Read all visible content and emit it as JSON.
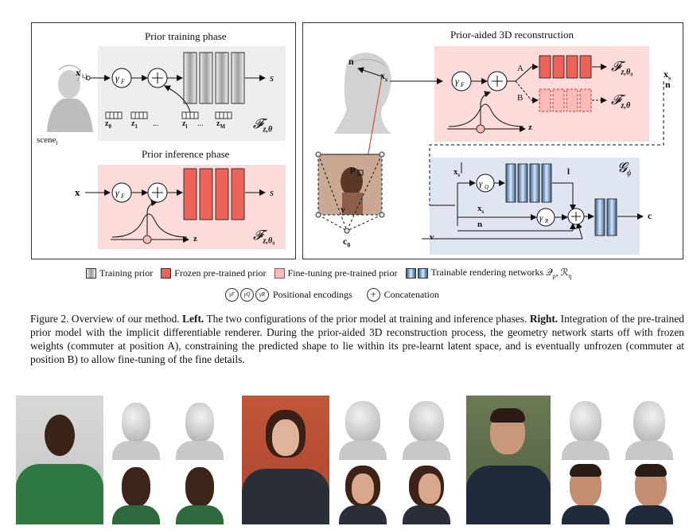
{
  "figure": {
    "left_panel": {
      "title_training": "Prior training phase",
      "title_inference": "Prior inference phase",
      "input_label": "x",
      "input_ij": "x",
      "input_ij_sub": "i,j",
      "scene_label": "scene",
      "scene_sub": "i",
      "gamma_label": "γ",
      "gamma_sub": "F",
      "output_label": "s",
      "latents": [
        "z",
        "z",
        "...",
        "z",
        "...",
        "z"
      ],
      "latent_subs": [
        "0",
        "1",
        "",
        "i",
        "",
        "M"
      ],
      "f_label": "𝓕",
      "f_sub_training": "z,θ",
      "f_sub_inference": "z,θ₀",
      "z_axis": "z"
    },
    "right_panel": {
      "title": "Prior-aided 3D reconstruction",
      "n_label": "n",
      "xs_label": "x",
      "xs_sub": "s",
      "p_label": "p",
      "v_label": "v",
      "c0_label": "c",
      "c0_sub": "0",
      "switch_a": "A",
      "switch_b": "B",
      "f_sub_a": "z,θ₀",
      "f_sub_b": "z,θ",
      "out_xs": "x",
      "out_xs_sub": "s",
      "out_n": "n",
      "gamma_q_sub": "Q",
      "gamma_r_sub": "R",
      "l_label": "l",
      "c_label": "c",
      "g_label": "𝓖",
      "g_sub": "ϕ",
      "z_axis": "z"
    },
    "legend": {
      "training_prior": "Training prior",
      "frozen": "Frozen pre-trained prior",
      "finetune": "Fine-tuning pre-trained prior",
      "trainable": "Trainable rendering networks 𝒬",
      "trainable_rest": ", ℛ",
      "rho": "ρ",
      "eta": "η",
      "pos_enc": "Positional encodings",
      "concat": "Concatenation",
      "enc_F": "F",
      "enc_Q": "Q",
      "enc_R": "R"
    },
    "caption": {
      "prefix": "Figure 2. Overview of our method.",
      "left_bold": "Left.",
      "left_text": " The two configurations of the prior model at training and inference phases.",
      "right_bold": "Right.",
      "right_text": " Integration of the pre-trained prior model with the implicit differentiable renderer. During the prior-aided 3D reconstruction process, the geometry network starts off with frozen weights (commuter at position A), constraining the predicted shape to lie within its pre-learnt latent space, and is eventually unfrozen (commuter at position B) to allow fine-tuning of the fine details."
    },
    "colors": {
      "training_gray": "#a8a8a8",
      "frozen_red": "#f06a62",
      "finetune_pink": "#fbbcb7",
      "trainable_blue": "#7fa8d2",
      "pink_bg": "#fbdcda",
      "blue_bg": "#dfe6f1",
      "gray_bg": "#eeeeee"
    }
  }
}
